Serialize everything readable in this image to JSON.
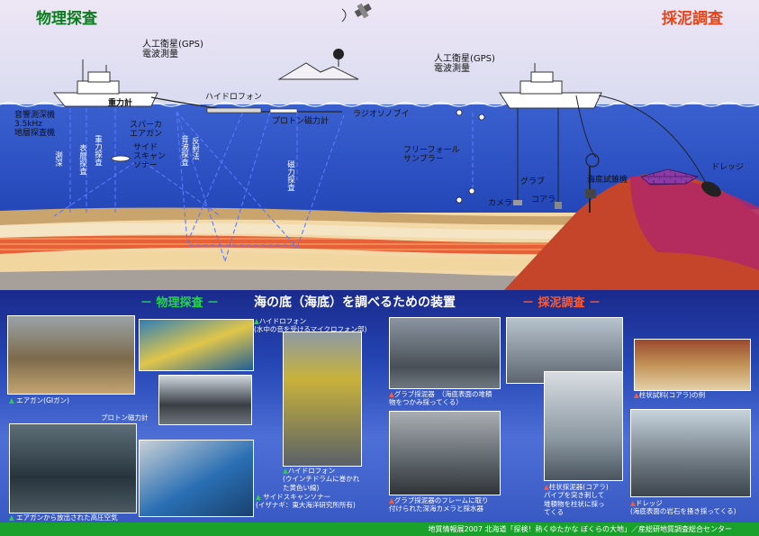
{
  "top": {
    "title_left": "物理探査",
    "title_right": "採泥調査",
    "gps_left": "人工衛星(GPS)\n電波測量",
    "gps_right": "人工衛星(GPS)\n電波測量",
    "gravimeter_top": "重力計",
    "hydrophone": "ハイドロフォン",
    "proton_mag": "プロトン磁力計",
    "radiosonobuoy": "ラジオソノブイ",
    "echo_sounder": "音響測深機\n3.5kHz\n地層探査機",
    "sparker": "スパーカ\nエアガン",
    "side_scan": "サイド\nスキャン\nソナー",
    "free_fall": "フリーフォール\nサンプラー",
    "sea_tester": "海底試錐機",
    "dredge": "ドレッジ",
    "grab": "グラブ",
    "camera": "カメラ",
    "corer": "コアラ",
    "v_depth": "測深",
    "v_shallow": "表層探査",
    "v_gravity": "重力探査",
    "v_seismic": "音波探査",
    "v_reflection": "反射法",
    "v_magnetic": "磁力探査"
  },
  "mid": {
    "left": "－ 物理探査 －",
    "center": "海の底（海底）を調べるための装置",
    "right": "－ 採泥調査 －"
  },
  "captions": {
    "airgun": "エアガン(GIガン)",
    "hydro_top": "ハイドロフォン\n(水中の音を受けるマイクロフォン部)",
    "proton": "プロトン磁力計",
    "airgun_air": "エアガンから放出された高圧空気",
    "hydro_drum": "ハイドロフォン\n(ウインチドラムに巻かれ\nた黄色い線)",
    "side_scan": "サイドスキャンソナー\n(イザナギ：東大海洋研究所所有)",
    "grab1": "グラブ採泥器　（海底表面の堆積\n物をつかみ採ってくる）",
    "grab2": "グラブ採泥器のフレームに取り\n付けられた深海カメラと採水器",
    "core_sample": "柱状試料(コアラ)の例",
    "corer": "柱状採泥器(コアラ)\nパイプを突き刺して\n堆積物を柱状に採っ\nてくる",
    "dredge": "ドレッジ\n(海底表面の岩石を掻き採ってくる)"
  },
  "footer": "地質情報展2007 北海道「探検！熱くゆたかな ぼくらの大地」／産総研地質調査総合センター",
  "colors": {
    "green": "#0c7c1f",
    "red": "#e2451b",
    "sea": "#2f56c8",
    "sky": "#e6e2f2",
    "footer": "#1aa12b"
  }
}
